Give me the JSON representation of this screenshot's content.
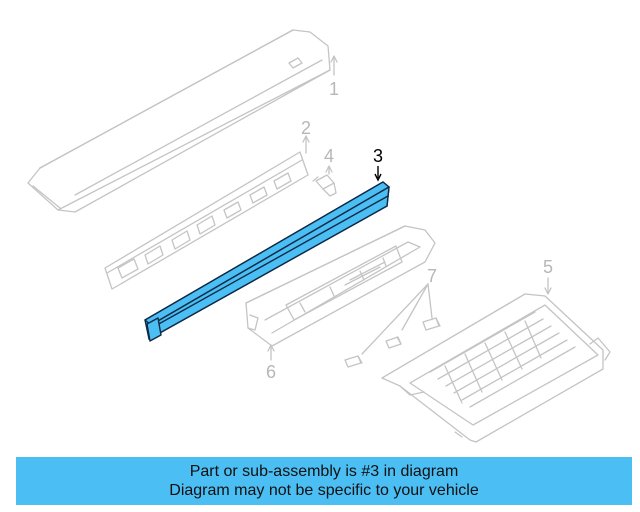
{
  "colors": {
    "line": "#c4c4c4",
    "label": "#b7b7b7",
    "highlight_fill": "#4bbef3",
    "highlight_stroke": "#0f2a47",
    "banner_bg": "#4bbef3",
    "banner_text": "#111111"
  },
  "callouts": [
    {
      "id": "1",
      "text": "1",
      "highlighted": false
    },
    {
      "id": "2",
      "text": "2",
      "highlighted": false
    },
    {
      "id": "3",
      "text": "3",
      "highlighted": true
    },
    {
      "id": "4",
      "text": "4",
      "highlighted": false
    },
    {
      "id": "5",
      "text": "5",
      "highlighted": false
    },
    {
      "id": "6",
      "text": "6",
      "highlighted": false
    },
    {
      "id": "7",
      "text": "7",
      "highlighted": false
    }
  ],
  "banner": {
    "line1": "Part or sub-assembly is #3 in diagram",
    "line2": "Diagram may not be specific to your vehicle"
  }
}
